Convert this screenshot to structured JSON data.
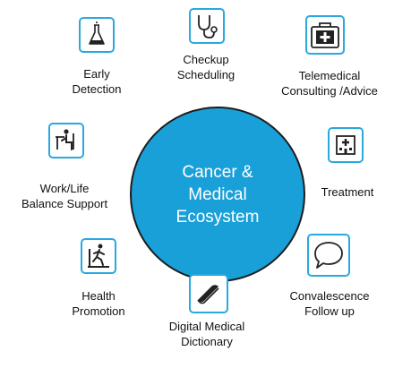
{
  "center": {
    "title": "Cancer &\nMedical\nEcosystem"
  },
  "nodes": [
    {
      "label": "Early\nDetection",
      "icon": "flask-icon"
    },
    {
      "label": "Checkup\nScheduling",
      "icon": "stethoscope-icon"
    },
    {
      "label": "Telemedical\nConsulting /Advice",
      "icon": "medical-kit-icon"
    },
    {
      "label": "Treatment",
      "icon": "hospital-icon"
    },
    {
      "label": "Convalescence\nFollow up",
      "icon": "speech-bubble-icon"
    },
    {
      "label": "Digital Medical\nDictionary",
      "icon": "book-icon"
    },
    {
      "label": "Health\nPromotion",
      "icon": "treadmill-icon"
    },
    {
      "label": "Work/Life\nBalance Support",
      "icon": "desk-worker-icon"
    }
  ],
  "colors": {
    "circle_fill": "#1aa0d8",
    "icon_border": "#29a9e0",
    "text": "#111111"
  }
}
